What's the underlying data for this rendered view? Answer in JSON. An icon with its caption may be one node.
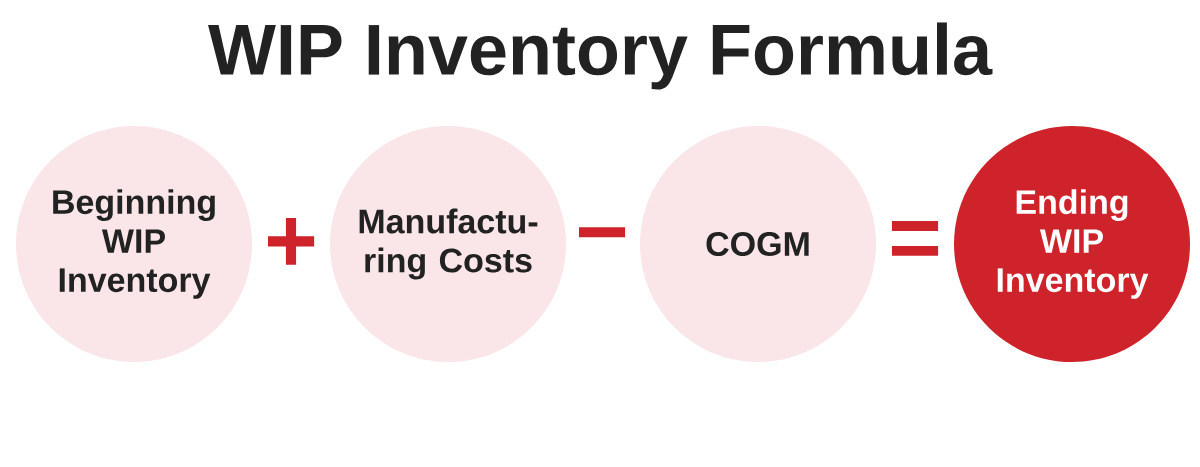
{
  "diagram": {
    "title": "WIP Inventory Formula",
    "nodes": [
      {
        "text": [
          "Beginning WIP Inventory"
        ]
      },
      {
        "text": [
          "Manufactu- ring Costs"
        ]
      },
      {
        "text": [
          "COGM"
        ]
      },
      {
        "text": [
          "Ending WIP Inventory"
        ]
      }
    ],
    "labels": [
      "+",
      "−",
      "="
    ]
  }
}
